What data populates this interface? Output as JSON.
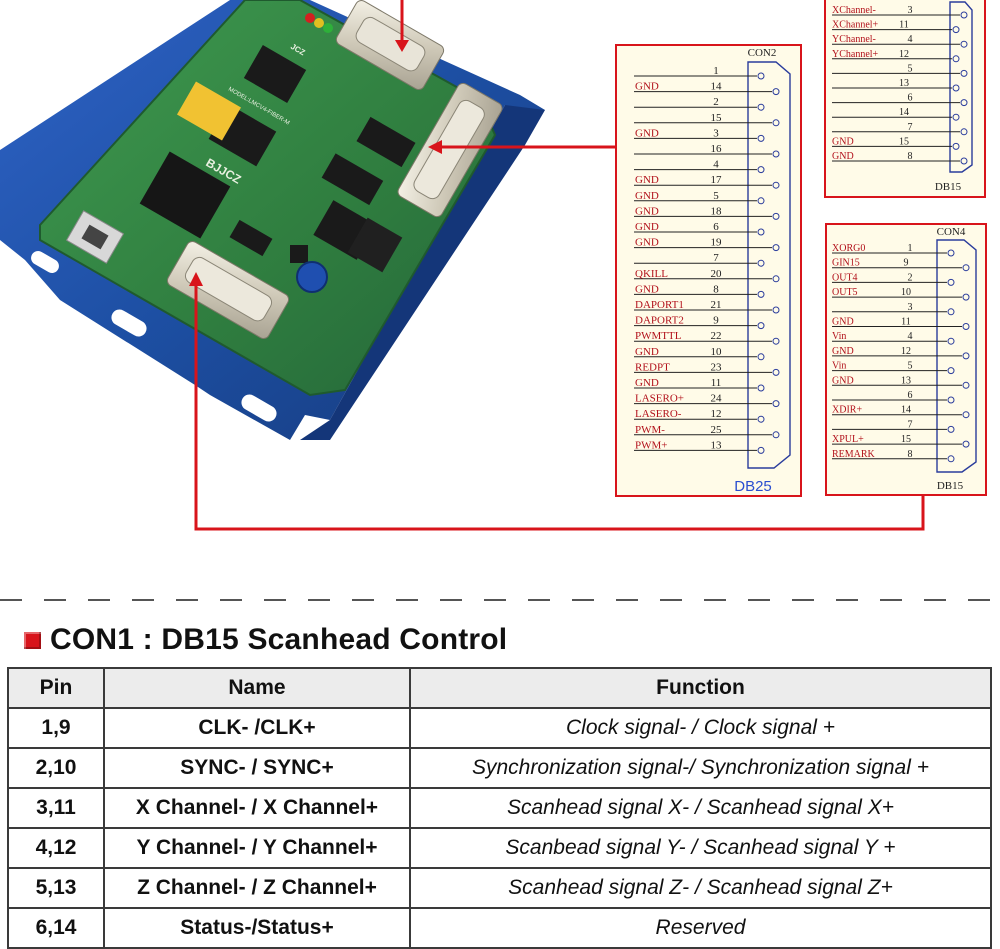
{
  "colors": {
    "accent_red": "#d8141b",
    "pcb_green": "#2f7d3f",
    "bracket_blue": "#1d4fa3",
    "connector_blue": "#2a3c9c",
    "signal_text_red": "#b2111b",
    "header_gray": "#ececec"
  },
  "board": {
    "silkscreen_brand": "BJJCZ",
    "silkscreen_model": "MODEL:LMCV4-FIBER-M",
    "silkscreen_vendor": "JCZ"
  },
  "con1_partial": {
    "rows": [
      {
        "name": "XChannel-",
        "pin": "3"
      },
      {
        "name": "XChannel+",
        "pin": "11"
      },
      {
        "name": "YChannel-",
        "pin": "4"
      },
      {
        "name": "YChannel+",
        "pin": "12"
      },
      {
        "name": "",
        "pin": "5"
      },
      {
        "name": "",
        "pin": "13"
      },
      {
        "name": "",
        "pin": "6"
      },
      {
        "name": "",
        "pin": "14"
      },
      {
        "name": "",
        "pin": "7"
      },
      {
        "name": "GND",
        "pin": "15"
      },
      {
        "name": "GND",
        "pin": "8"
      }
    ],
    "footer": "DB15"
  },
  "con2": {
    "header": "CON2",
    "footer": "DB25",
    "rows": [
      {
        "name": "",
        "pin": "1"
      },
      {
        "name": "GND",
        "pin": "14"
      },
      {
        "name": "",
        "pin": "2"
      },
      {
        "name": "",
        "pin": "15"
      },
      {
        "name": "GND",
        "pin": "3"
      },
      {
        "name": "",
        "pin": "16"
      },
      {
        "name": "",
        "pin": "4"
      },
      {
        "name": "GND",
        "pin": "17"
      },
      {
        "name": "GND",
        "pin": "5"
      },
      {
        "name": "GND",
        "pin": "18"
      },
      {
        "name": "GND",
        "pin": "6"
      },
      {
        "name": "GND",
        "pin": "19"
      },
      {
        "name": "",
        "pin": "7"
      },
      {
        "name": "QKILL",
        "pin": "20"
      },
      {
        "name": "GND",
        "pin": "8"
      },
      {
        "name": "DAPORT1",
        "pin": "21"
      },
      {
        "name": "DAPORT2",
        "pin": "9"
      },
      {
        "name": "PWMTTL",
        "pin": "22"
      },
      {
        "name": "GND",
        "pin": "10"
      },
      {
        "name": "REDPT",
        "pin": "23"
      },
      {
        "name": "GND",
        "pin": "11"
      },
      {
        "name": "LASERO+",
        "pin": "24"
      },
      {
        "name": "LASERO-",
        "pin": "12"
      },
      {
        "name": "PWM-",
        "pin": "25"
      },
      {
        "name": "PWM+",
        "pin": "13"
      }
    ]
  },
  "con4": {
    "header": "CON4",
    "footer": "DB15",
    "rows": [
      {
        "name": "XORG0",
        "pin": "1"
      },
      {
        "name": "GIN15",
        "pin": "9"
      },
      {
        "name": "OUT4",
        "pin": "2"
      },
      {
        "name": "OUT5",
        "pin": "10"
      },
      {
        "name": "",
        "pin": "3"
      },
      {
        "name": "GND",
        "pin": "11"
      },
      {
        "name": "Vin",
        "pin": "4"
      },
      {
        "name": "GND",
        "pin": "12"
      },
      {
        "name": "Vin",
        "pin": "5"
      },
      {
        "name": "GND",
        "pin": "13"
      },
      {
        "name": "",
        "pin": "6"
      },
      {
        "name": "XDIR+",
        "pin": "14"
      },
      {
        "name": "",
        "pin": "7"
      },
      {
        "name": "XPUL+",
        "pin": "15"
      },
      {
        "name": "REMARK",
        "pin": "8"
      }
    ]
  },
  "section": {
    "title": "CON1 : DB15 Scanhead Control"
  },
  "table": {
    "headers": [
      "Pin",
      "Name",
      "Function"
    ],
    "rows": [
      {
        "pin": "1,9",
        "name": "CLK- /CLK+",
        "function": "Clock signal- / Clock signal +"
      },
      {
        "pin": "2,10",
        "name": "SYNC- / SYNC+",
        "function": "Synchronization signal-/ Synchronization signal +"
      },
      {
        "pin": "3,11",
        "name": "X Channel- / X Channel+",
        "function": "Scanhead signal X- / Scanhead signal X+"
      },
      {
        "pin": "4,12",
        "name": "Y Channel- / Y Channel+",
        "function": "Scanbead signal Y- / Scanhead signal Y +"
      },
      {
        "pin": "5,13",
        "name": "Z Channel- / Z Channel+",
        "function": "Scanhead signal Z- / Scanhead signal Z+"
      },
      {
        "pin": "6,14",
        "name": "Status-/Status+",
        "function": "Reserved"
      }
    ]
  }
}
